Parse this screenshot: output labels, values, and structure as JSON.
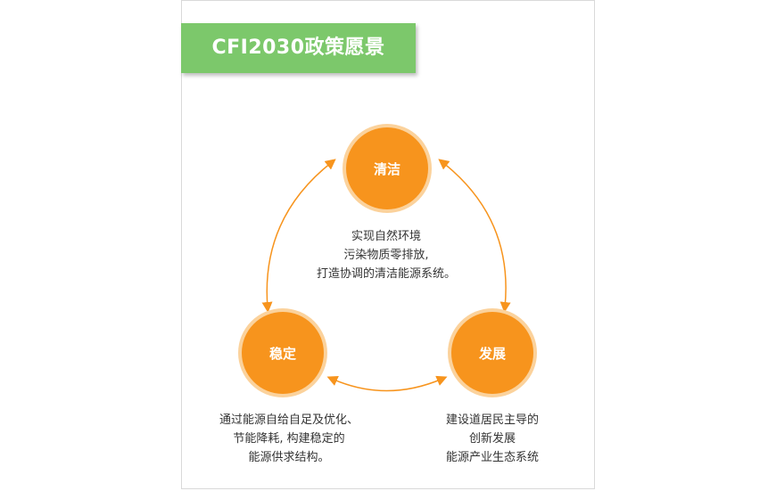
{
  "banner": {
    "title": "CFI2030政策愿景"
  },
  "nodes": {
    "clean": {
      "label": "清洁"
    },
    "stable": {
      "label": "稳定"
    },
    "develop": {
      "label": "发展"
    }
  },
  "descriptions": {
    "clean": [
      "实现自然环境",
      "污染物质零排放,",
      "打造协调的清洁能源系统。"
    ],
    "stable": [
      "通过能源自给自足及优化、",
      "节能降耗, 构建稳定的",
      "能源供求结构。"
    ],
    "develop": [
      "建设道居民主导的",
      "创新发展",
      "能源产业生态系统"
    ]
  },
  "colors": {
    "accent": "#f7941d",
    "banner": "#7cc86b"
  }
}
